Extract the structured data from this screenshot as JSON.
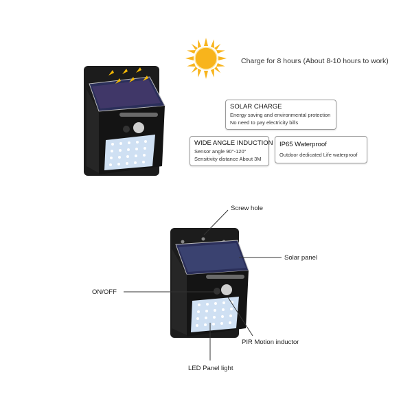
{
  "header": {
    "sun_icon": "sun-icon",
    "charge_text": "Charge for 8 hours (About 8-10 hours to work)"
  },
  "features": {
    "solar_charge": {
      "title": "SOLAR CHARGE",
      "lines": [
        "Energy saving and environmental protection",
        "No need to pay electricity bills"
      ]
    },
    "wide_angle": {
      "title": "WIDE ANGLE INDUCTION",
      "lines": [
        "Sensor angle 90°-120°",
        "Sensitivity distance About 3M"
      ]
    },
    "waterproof": {
      "title": "IP65 Waterproof",
      "lines": [
        "Outdoor dedicated Life waterproof"
      ]
    }
  },
  "diagram": {
    "labels": {
      "screw_hole": "Screw hole",
      "solar_panel": "Solar panel",
      "on_off": "ON/OFF",
      "pir": "PIR Motion inductor",
      "led": "LED Panel light"
    }
  },
  "colors": {
    "sun": "#f8b41c",
    "device_body": "#1a1a1a",
    "solar_panel": "#2b2f5a",
    "led_panel": "#cfe0f3"
  }
}
